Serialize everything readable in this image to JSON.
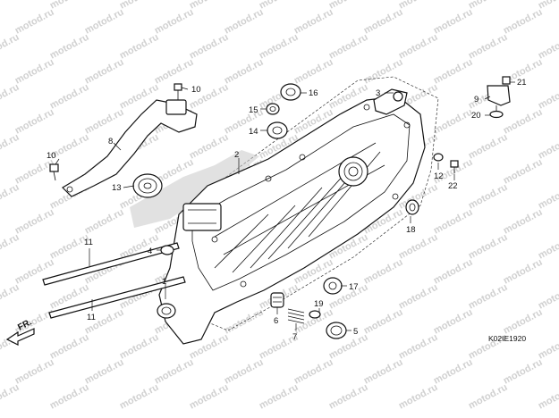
{
  "watermark": "motod.ru",
  "diagram_code": "K02IE1920",
  "direction_label": "FR.",
  "callouts": [
    {
      "id": "part-10-top",
      "label": "10"
    },
    {
      "id": "part-8",
      "label": "8"
    },
    {
      "id": "part-10-left",
      "label": "10"
    },
    {
      "id": "part-13",
      "label": "13"
    },
    {
      "id": "part-16",
      "label": "16"
    },
    {
      "id": "part-15",
      "label": "15"
    },
    {
      "id": "part-14",
      "label": "14"
    },
    {
      "id": "part-2",
      "label": "2"
    },
    {
      "id": "part-3",
      "label": "3"
    },
    {
      "id": "part-21",
      "label": "21"
    },
    {
      "id": "part-9",
      "label": "9"
    },
    {
      "id": "part-20",
      "label": "20"
    },
    {
      "id": "part-12",
      "label": "12"
    },
    {
      "id": "part-22",
      "label": "22"
    },
    {
      "id": "part-18",
      "label": "18"
    },
    {
      "id": "part-11-top",
      "label": "11"
    },
    {
      "id": "part-4",
      "label": "4"
    },
    {
      "id": "part-1",
      "label": "1"
    },
    {
      "id": "part-11-bottom",
      "label": "11"
    },
    {
      "id": "part-17",
      "label": "17"
    },
    {
      "id": "part-19",
      "label": "19"
    },
    {
      "id": "part-6",
      "label": "6"
    },
    {
      "id": "part-7",
      "label": "7"
    },
    {
      "id": "part-5",
      "label": "5"
    }
  ]
}
